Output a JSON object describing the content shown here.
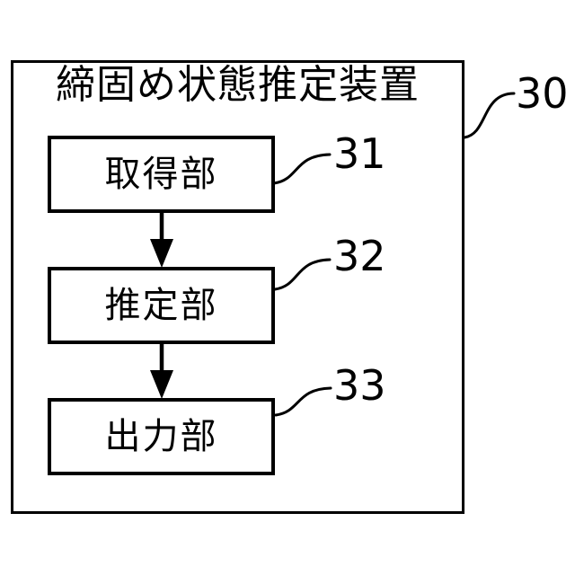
{
  "device": {
    "title": "締固め状態推定装置",
    "ref": "30"
  },
  "blocks": [
    {
      "label": "取得部",
      "ref": "31"
    },
    {
      "label": "推定部",
      "ref": "32"
    },
    {
      "label": "出力部",
      "ref": "33"
    }
  ],
  "colors": {
    "ink": "#000000",
    "background": "#ffffff"
  }
}
